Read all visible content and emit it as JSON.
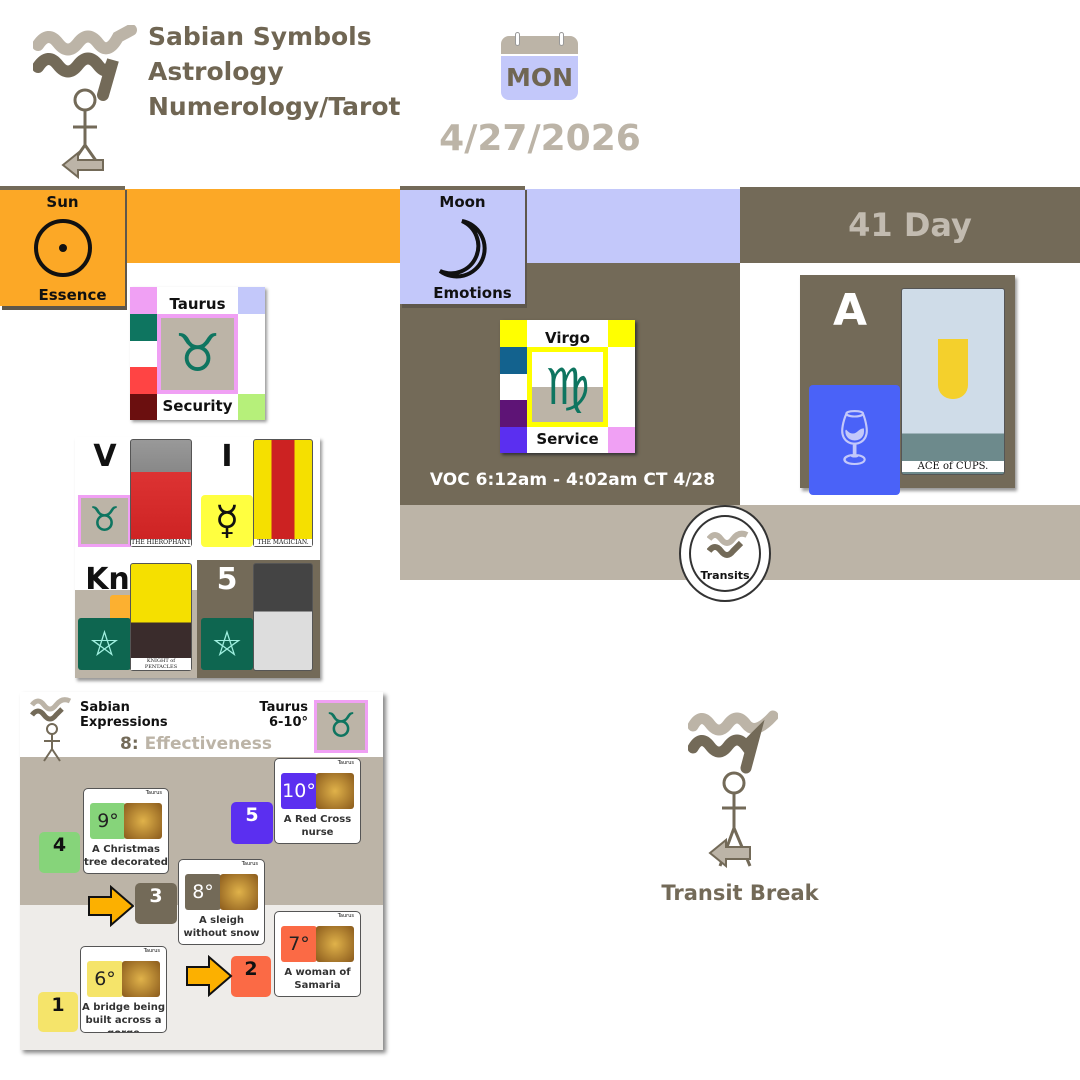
{
  "header": {
    "title_lines": [
      "Sabian Symbols",
      "Astrology",
      "Numerology/Tarot"
    ],
    "weekday": "MON",
    "date": "4/27/2026"
  },
  "sun": {
    "title": "Sun",
    "subtitle": "Essence",
    "glyph": "☉"
  },
  "moon": {
    "title": "Moon",
    "subtitle": "Emotions",
    "glyph": "☽"
  },
  "day_count": "41 Day",
  "sun_sign": {
    "sign": "Taurus",
    "keyword": "Security",
    "glyph": "♉"
  },
  "moon_sign": {
    "sign": "Virgo",
    "keyword": "Service",
    "glyph": "♍"
  },
  "voc": "VOC 6:12am - 4:02am CT 4/28",
  "transits_label": "Transits",
  "ace": {
    "rank": "A",
    "card": "ACE of CUPS."
  },
  "tarot": [
    {
      "rank": "V",
      "card": "THE HIEROPHANT",
      "glyph": "♉"
    },
    {
      "rank": "I",
      "card": "THE MAGICIAN.",
      "glyph": "☿"
    },
    {
      "rank": "Kn",
      "card": "KNIGHT of PENTACLES",
      "glyph": "⛤"
    },
    {
      "rank": "5",
      "card": "",
      "glyph": "⛤"
    }
  ],
  "sabian": {
    "title_lines": [
      "Sabian",
      "Expressions"
    ],
    "sign": "Taurus",
    "range": "6-10°",
    "theme_num": "8:",
    "theme": "Effectiveness",
    "tile_header": "Taurus",
    "steps": [
      {
        "num": "1",
        "degree": "6°",
        "text": "A bridge being built across a gorge",
        "color": "#f5e46a"
      },
      {
        "num": "2",
        "degree": "7°",
        "text": "A woman of Samaria",
        "color": "#fb6a45"
      },
      {
        "num": "3",
        "degree": "8°",
        "text": "A sleigh without snow",
        "color": "#736a58"
      },
      {
        "num": "4",
        "degree": "9°",
        "text": "A Christmas tree decorated",
        "color": "#86d47a"
      },
      {
        "num": "5",
        "degree": "10°",
        "text": "A Red Cross nurse",
        "color": "#5b2ff0"
      }
    ]
  },
  "transit_break": "Transit Break",
  "colors": {
    "orange": "#fca826",
    "lavender": "#c3c8fa",
    "brown": "#736a58",
    "tan": "#bcb4a7"
  }
}
